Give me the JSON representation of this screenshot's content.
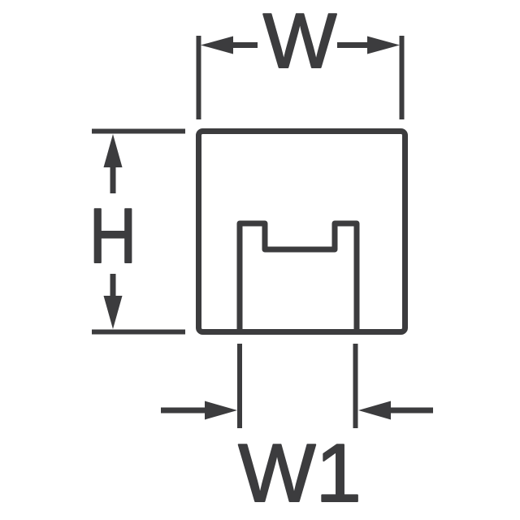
{
  "page": {
    "background": "#ffffff"
  },
  "colors": {
    "line": "#3c3c3e"
  },
  "diagram": {
    "kind": "mechanical-dimension-drawing",
    "labels": {
      "width": "W",
      "height": "H",
      "bottom_width": "W1"
    }
  }
}
